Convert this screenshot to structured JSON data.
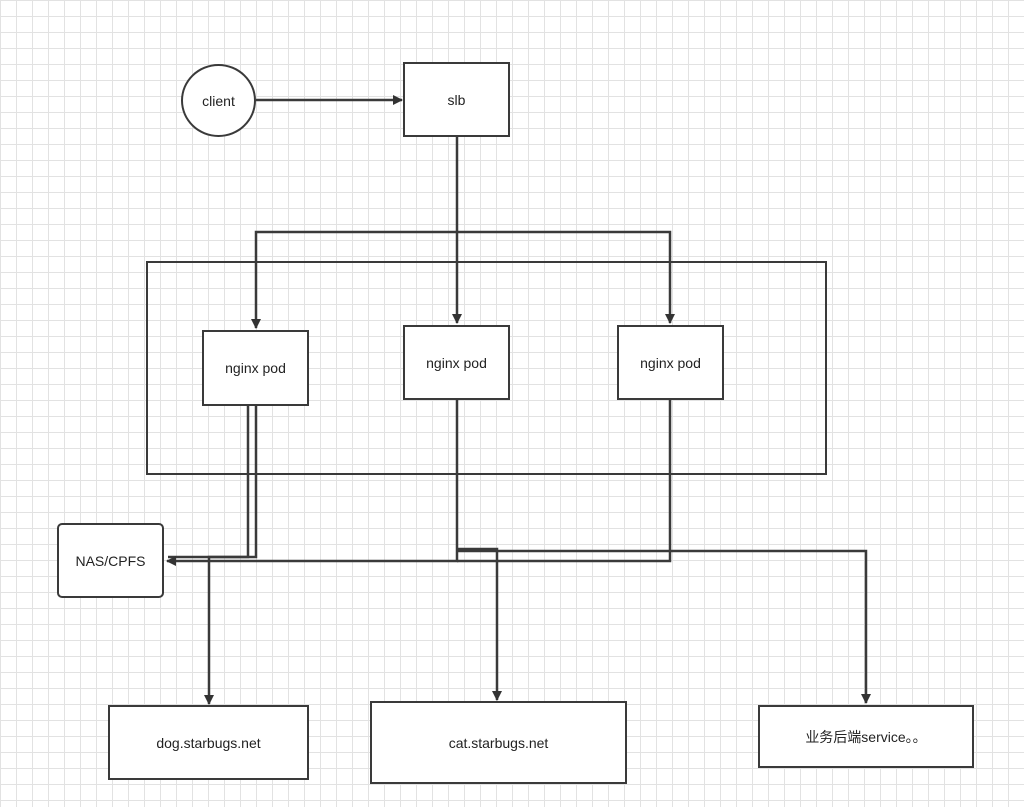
{
  "nodes": {
    "client": "client",
    "slb": "slb",
    "nginx_pods": [
      "nginx pod",
      "nginx pod",
      "nginx pod"
    ],
    "nas": "NAS/CPFS",
    "dog": "dog.starbugs.net",
    "cat": "cat.starbugs.net",
    "backend": "业务后端service。。"
  }
}
